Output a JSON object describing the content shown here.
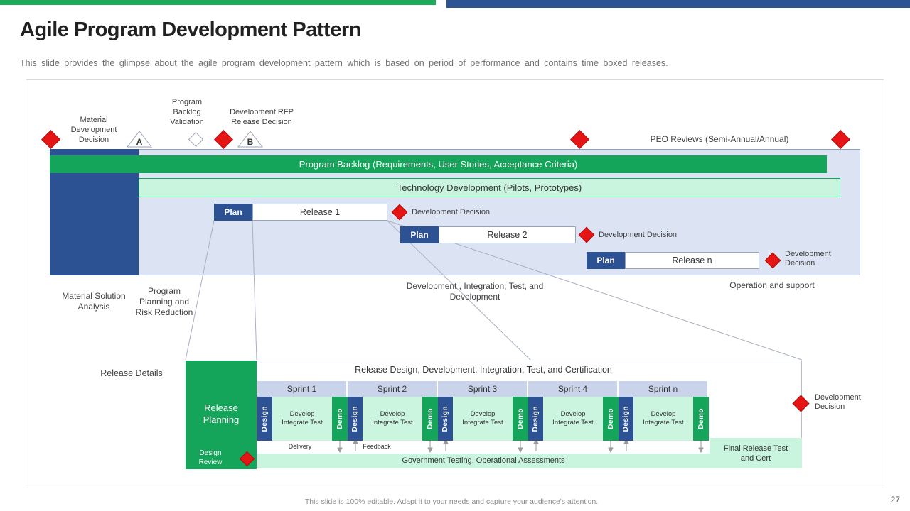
{
  "slide": {
    "title": "Agile Program Development Pattern",
    "subtitle": "This slide provides the glimpse about the agile program development pattern which is based on period of performance and contains time boxed releases.",
    "footer": "This slide is 100% editable. Adapt it to your needs and capture your audience's attention.",
    "page_number": "27"
  },
  "colors": {
    "green": "#14a45a",
    "dark_blue": "#2d5294",
    "light_green": "#c9f4de",
    "lavender": "#dce4f3",
    "red": "#e51515"
  },
  "milestones": {
    "material_development_decision": "Material Development Decision",
    "marker_a": "A",
    "program_backlog_validation": "Program Backlog Validation",
    "development_rfp_release_decision": "Development RFP Release Decision",
    "marker_b": "B",
    "peo_reviews": "PEO Reviews (Semi-Annual/Annual)"
  },
  "timeline": {
    "program_backlog": "Program Backlog (Requirements, User Stories, Acceptance Criteria)",
    "technology_development": "Technology Development (Pilots, Prototypes)",
    "releases": [
      {
        "plan": "Plan",
        "name": "Release 1",
        "decision": "Development Decision"
      },
      {
        "plan": "Plan",
        "name": "Release 2",
        "decision": "Development Decision"
      },
      {
        "plan": "Plan",
        "name": "Release n",
        "decision": "Development Decision"
      }
    ],
    "phases": {
      "material_solution_analysis": "Material Solution Analysis",
      "program_planning_risk_reduction": "Program Planning and Risk Reduction",
      "development_integration_test": "Development , Integration, Test, and Development",
      "operation_and_support": "Operation and support"
    }
  },
  "release_details": {
    "label": "Release Details",
    "release_planning": "Release Planning",
    "design_review": "Design Review",
    "header": "Release Design, Development, Integration, Test, and Certification",
    "sprints": [
      "Sprint 1",
      "Sprint 2",
      "Sprint 3",
      "Sprint 4",
      "Sprint n"
    ],
    "design": "Design",
    "develop": "Develop Integrate Test",
    "demo": "Demo",
    "delivery": "Delivery",
    "feedback": "Feedback",
    "government_testing": "Government Testing, Operational Assessments",
    "final_release": "Final Release Test and Cert",
    "development_decision": "Development Decision"
  }
}
